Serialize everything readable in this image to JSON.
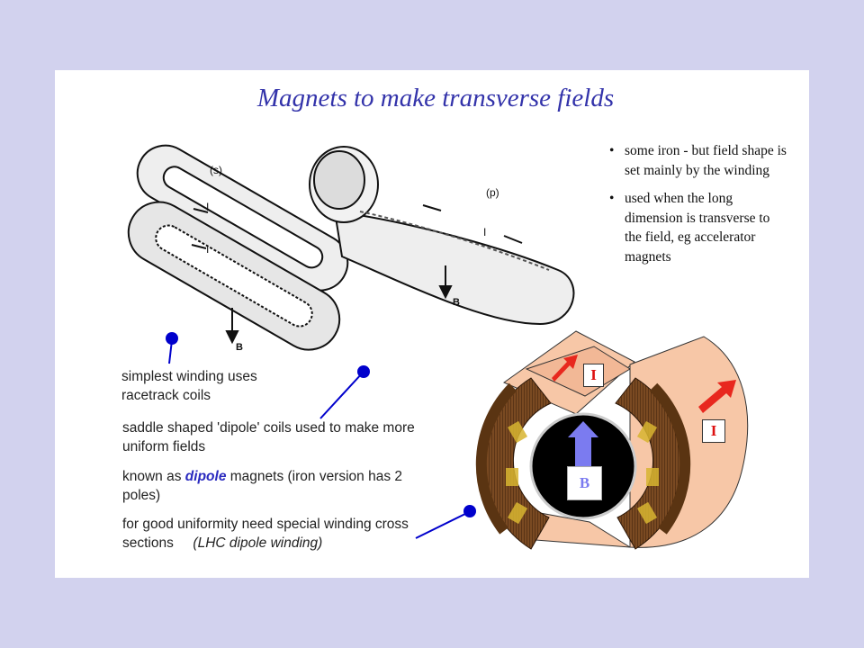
{
  "title": "Magnets to make transverse fields",
  "bullets": [
    "some iron - but field shape is set mainly by the winding",
    "used when the long dimension is transverse to the field, eg accelerator magnets"
  ],
  "notes": {
    "racetrack": "simplest winding uses racetrack coils",
    "saddle": "saddle shaped 'dipole' coils used to make more uniform fields",
    "known_prefix": "known as ",
    "known_emph": "dipole",
    "known_suffix": " magnets (iron version has 2 poles)",
    "uniformity": "for good uniformity need special winding cross sections",
    "lhc": "(LHC dipole winding)"
  },
  "figure_labels": {
    "racetrack_panel": "(s)",
    "saddle_panel": "(p)",
    "current": "I",
    "field": "B"
  },
  "colors": {
    "title": "#3333aa",
    "background": "#d2d2ee",
    "current_arrow": "#e8281e",
    "field_arrow": "#7b7bf0",
    "pointer": "#0000cc"
  }
}
